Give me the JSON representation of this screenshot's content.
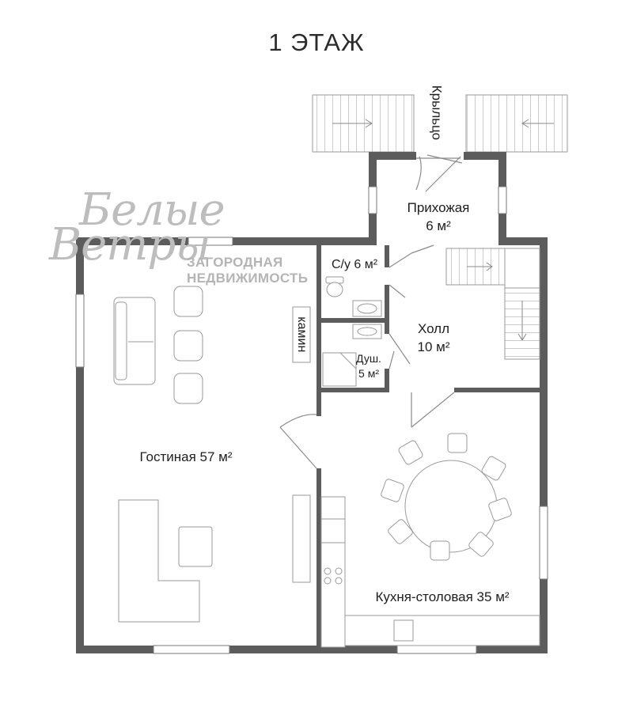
{
  "floor_title": "1 ЭТАЖ",
  "watermark": {
    "script_line1": "Белые",
    "script_line2": "Ветры",
    "line1": "ЗАГОРОДНАЯ",
    "line2": "НЕДВИЖИМОСТЬ"
  },
  "rooms": {
    "porch": "Крыльцо",
    "entry_name": "Прихожая",
    "entry_area": "6 м²",
    "wc": "С/у 6 м²",
    "shower_name": "Душ.",
    "shower_area": "5 м²",
    "hall_name": "Холл",
    "hall_area": "10 м²",
    "fireplace": "камин",
    "living": "Гостиная 57 м²",
    "kitchen": "Кухня-столовая 35 м²"
  },
  "colors": {
    "wall": "#5c5c5c",
    "furniture_stroke": "#9a9a9a"
  }
}
